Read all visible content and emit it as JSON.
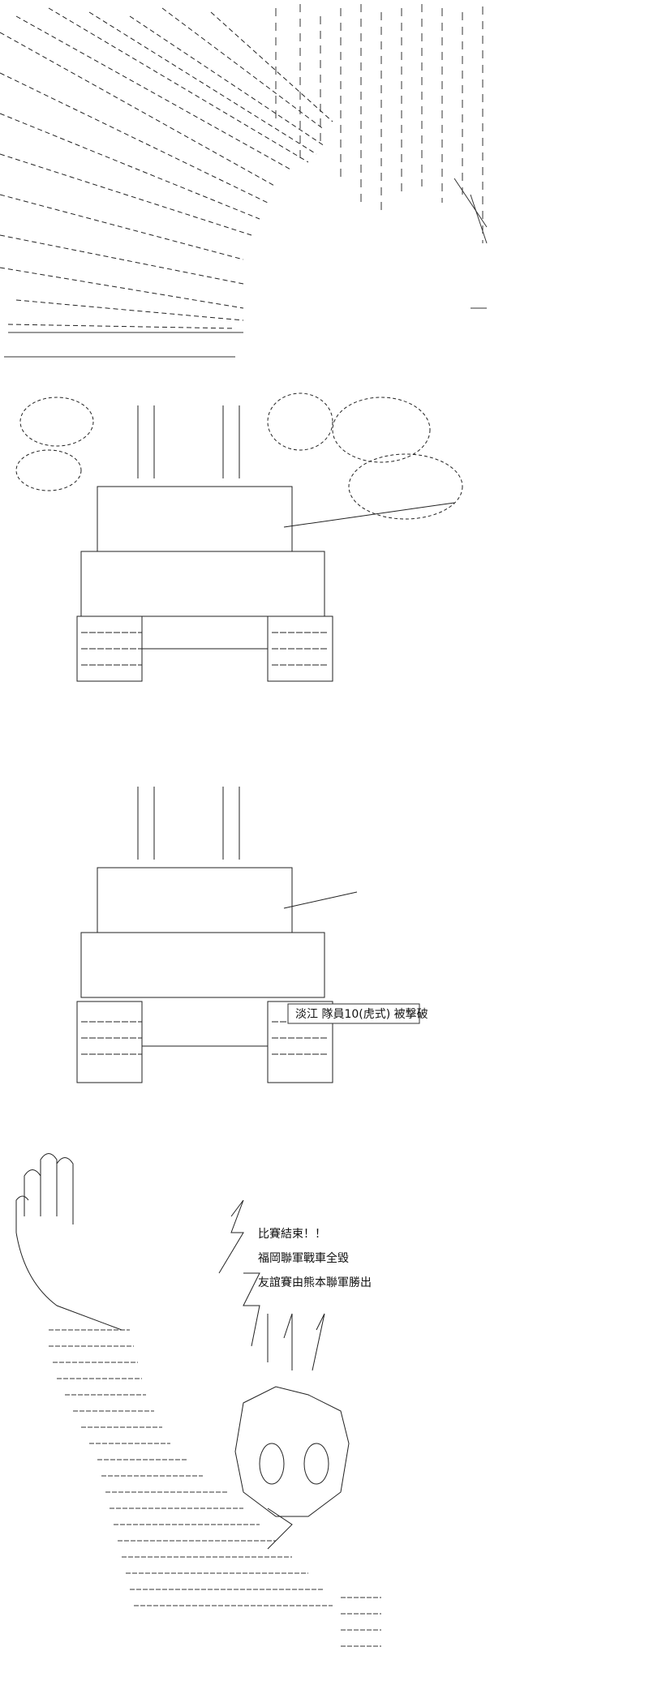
{
  "caption": "淡江 隊員10(虎式) 被撃破",
  "announcement": {
    "line1": "比賽結束！！",
    "line2": "福岡聯軍戰車全毀",
    "line3": "友誼賽由熊本聯軍勝出"
  }
}
